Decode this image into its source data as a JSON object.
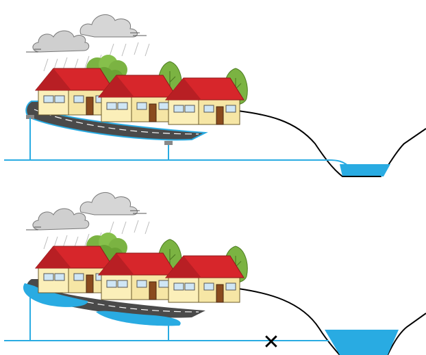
{
  "panels": [
    {
      "id": "top",
      "scenario": "normal-drainage",
      "marker": ""
    },
    {
      "id": "bottom",
      "scenario": "blocked-drainage",
      "marker": "✕"
    }
  ],
  "colors": {
    "water": "#29abe2",
    "roof": "#d7262b",
    "wall": "#fbefb9",
    "tree": "#7bb342",
    "road": "#4a4a4a",
    "cloud": "#cfcfcf",
    "line": "#000000"
  }
}
